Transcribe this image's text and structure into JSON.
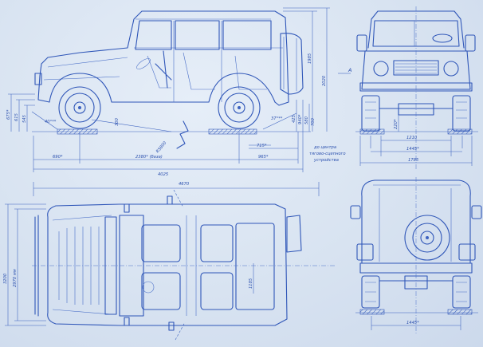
{
  "side_view": {
    "dims": {
      "height_total": "2020",
      "roof_height": "1985",
      "wheelbase": "2380* (база)",
      "front_overhang": "690*",
      "rear_overhang": "965*",
      "rear_to_hook": "715*",
      "length_body": "4025",
      "front_clear_a": "675*",
      "front_clear_b": "615",
      "front_clear_c": "545",
      "angle_front": "40°**",
      "angle_rear": "37°**",
      "ground": "300",
      "radius": "R5800",
      "rear_a": "425",
      "rear_b": "940*",
      "rear_c": "580",
      "rear_d": "700"
    },
    "note_line1": "до центра",
    "note_line2": "тягово-сцепного",
    "note_line3": "устройства"
  },
  "front_view": {
    "section_mark": "A",
    "dims": {
      "track_inner": "1210",
      "track": "1445*",
      "width": "1785",
      "clearance": "220*"
    }
  },
  "top_view": {
    "dims": {
      "overall_length": "4670",
      "width_a": "3200",
      "width_b": "2970 мм",
      "inner": "1185"
    }
  },
  "rear_view": {
    "dims": {
      "track": "1445*"
    }
  },
  "colors": {
    "paper": "#d9e4f2",
    "ink": "#2f56b8"
  }
}
